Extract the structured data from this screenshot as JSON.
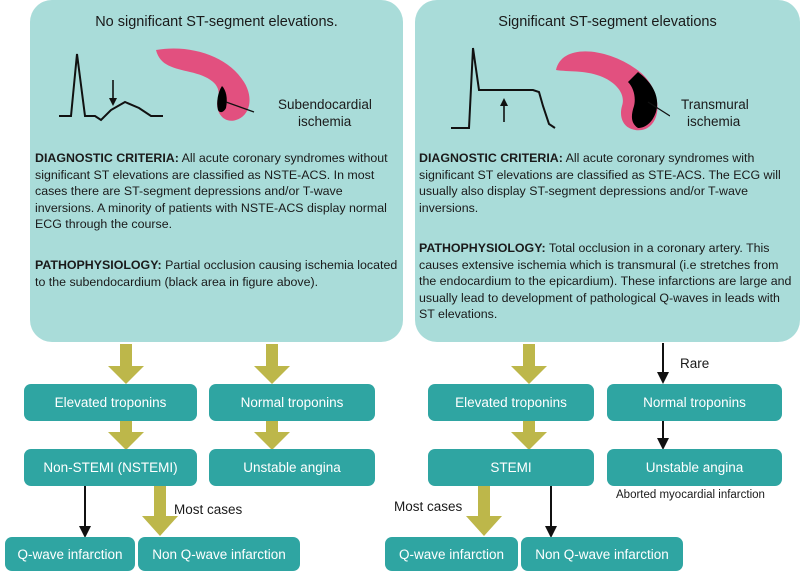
{
  "left": {
    "title": "No significant ST-segment elevations.",
    "figure_label_line1": "Subendocardial",
    "figure_label_line2": "ischemia",
    "criteria_heading": "DIAGNOSTIC CRITERIA:",
    "criteria_text": "All acute coronary syndromes without significant ST elevations are classified as NSTE-ACS. In most cases there are ST-segment depressions and/or T-wave inversions. A minority of patients with NSTE-ACS display normal ECG through the course.",
    "patho_heading": "PATHOPHYSIOLOGY:",
    "patho_text": "Partial occlusion causing ischemia located to the subendocardium (black area in figure above)."
  },
  "right": {
    "title": "Significant ST-segment elevations",
    "figure_label_line1": "Transmural",
    "figure_label_line2": "ischemia",
    "criteria_heading": "DIAGNOSTIC CRITERIA:",
    "criteria_text": "All acute coronary syndromes with significant ST elevations are classified as STE-ACS. The ECG will usually also display ST-segment depressions and/or T-wave inversions.",
    "patho_heading": "PATHOPHYSIOLOGY:",
    "patho_text": "Total occlusion in a coronary artery. This causes extensive ischemia which is transmural (i.e stretches from the endocardium to the epicardium). These infarctions are large and usually lead to development of pathological Q-waves in leads with ST elevations."
  },
  "boxes": {
    "elevated_troponins_left": "Elevated troponins",
    "normal_troponins_left": "Normal troponins",
    "nstemi": "Non-STEMI (NSTEMI)",
    "unstable_angina_left": "Unstable angina",
    "q_wave_left": "Q-wave infarction",
    "non_q_wave_left": "Non Q-wave infarction",
    "elevated_troponins_right": "Elevated troponins",
    "normal_troponins_right": "Normal troponins",
    "stemi": "STEMI",
    "unstable_angina_right": "Unstable angina",
    "q_wave_right": "Q-wave infarction",
    "non_q_wave_right": "Non Q-wave infarction"
  },
  "labels": {
    "most_cases_left": "Most cases",
    "most_cases_right": "Most cases",
    "rare": "Rare",
    "aborted": "Aborted myocardial infarction"
  },
  "colors": {
    "panel": "#a9dcd9",
    "box": "#2fa5a2",
    "big_arrow": "#bdb74a",
    "myocardium": "#e2507f",
    "ischemia": "#000000"
  }
}
